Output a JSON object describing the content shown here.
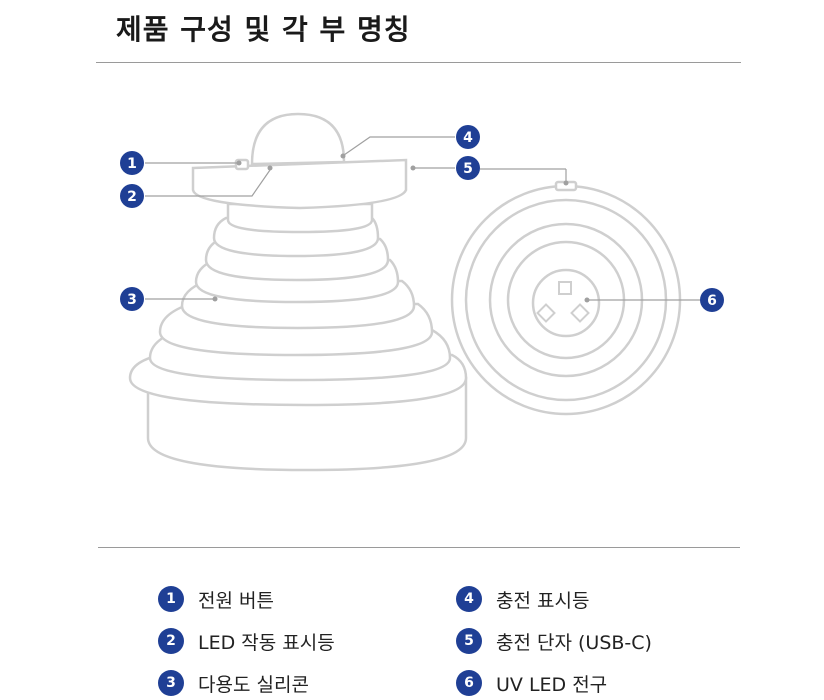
{
  "title": "제품 구성 및 각 부 명칭",
  "colors": {
    "badge": "#1f3f95",
    "outline": "#cfcfcf",
    "leader": "#a0a0a0"
  },
  "callouts": [
    {
      "number": "1",
      "label": "전원 버튼"
    },
    {
      "number": "2",
      "label": "LED 작동 표시등"
    },
    {
      "number": "3",
      "label": "다용도 실리콘"
    },
    {
      "number": "4",
      "label": "충전 표시등"
    },
    {
      "number": "5",
      "label": "충전 단자 (USB-C)"
    },
    {
      "number": "6",
      "label": "UV LED 전구"
    }
  ]
}
